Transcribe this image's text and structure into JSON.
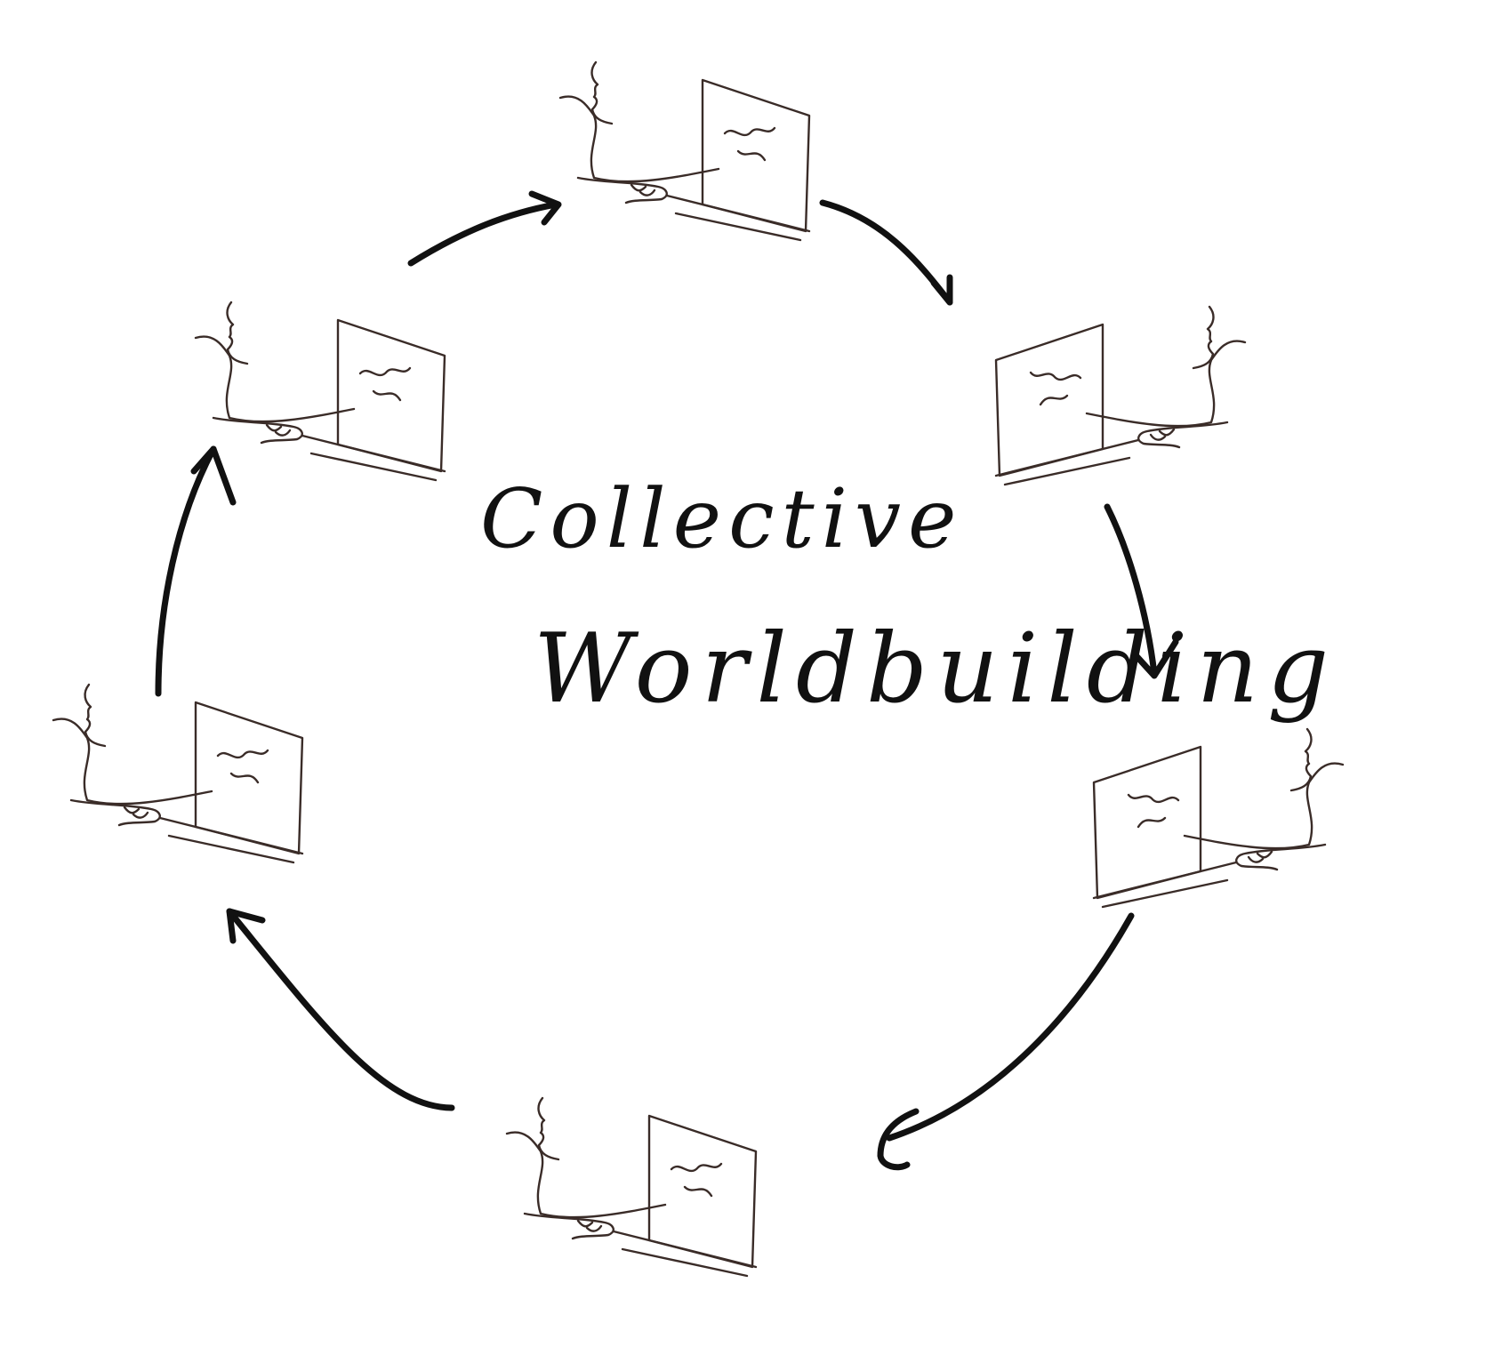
{
  "diagram": {
    "title_line_1": "Collective",
    "title_line_2": "Worldbuilding",
    "stroke_color": "#111111",
    "sketch_color": "#3a2c28",
    "cycle_steps": 6
  }
}
